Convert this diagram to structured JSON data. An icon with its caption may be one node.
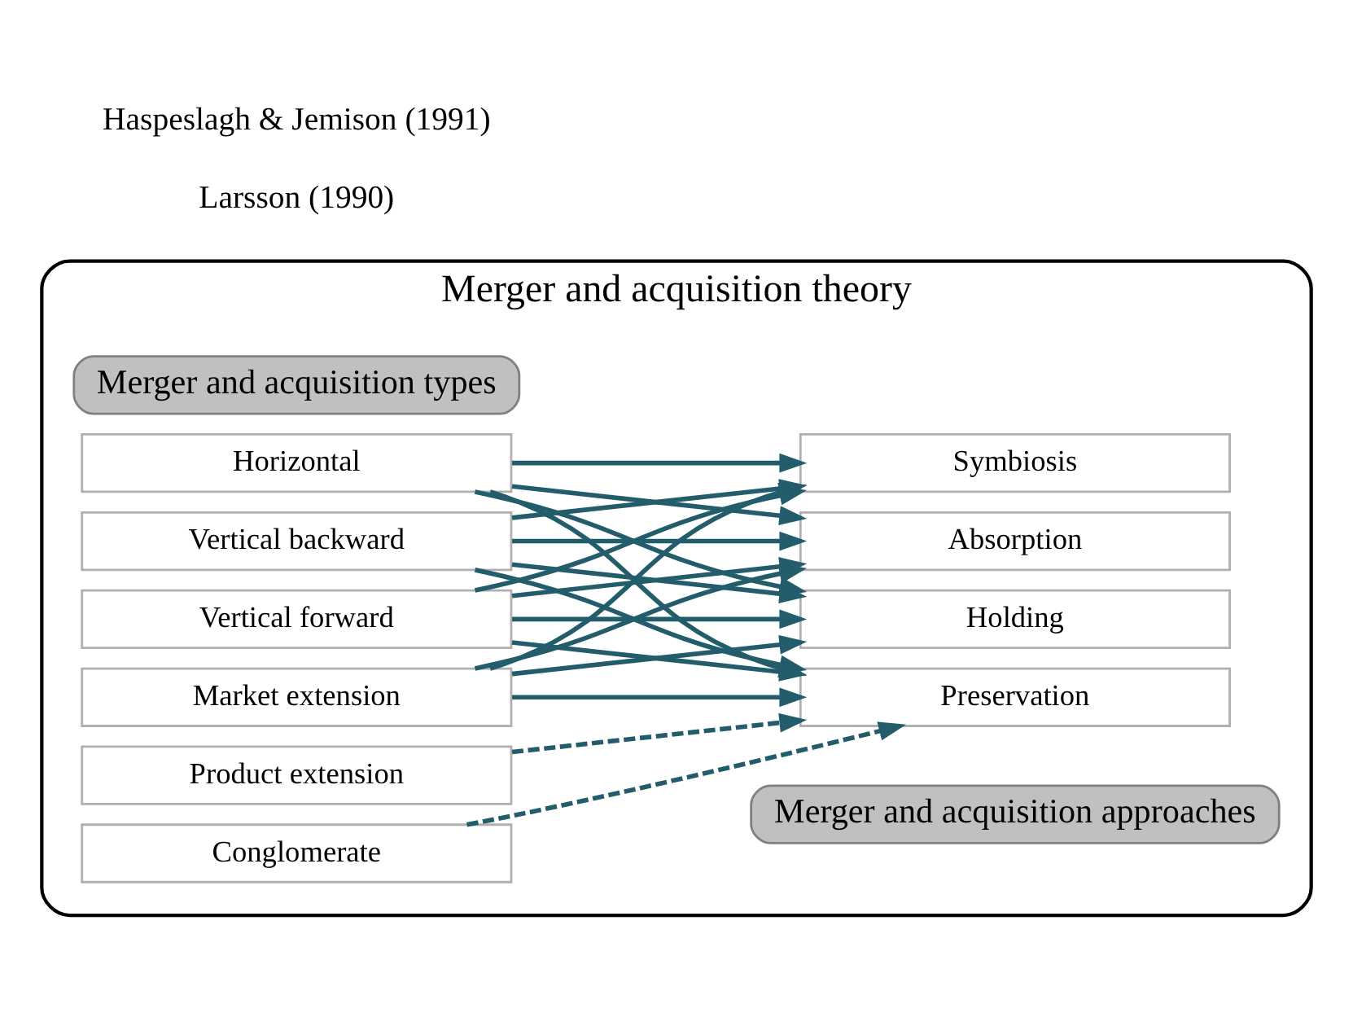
{
  "diagram": {
    "nodes": [
      {
        "text": [
          "Merger and acquisition theory"
        ]
      },
      {
        "text": [
          "Merger and acquisition types"
        ],
        "in": 0
      },
      {
        "text": [
          "Horizontal"
        ],
        "in": 0
      },
      {
        "text": [
          "Vertical backward"
        ],
        "in": 0
      },
      {
        "text": [
          "Vertical forward"
        ],
        "in": 0
      },
      {
        "text": [
          "Market extension"
        ],
        "in": 0
      },
      {
        "text": [
          "Product extension"
        ],
        "in": 0
      },
      {
        "text": [
          "Conglomerate"
        ],
        "in": 0
      },
      {
        "text": [
          "Merger and acquisition approaches"
        ],
        "in": 0
      },
      {
        "text": [
          "Absorption"
        ],
        "in": 0
      },
      {
        "text": [
          "Symbiosis"
        ],
        "in": 0
      },
      {
        "text": [
          "Preservation"
        ],
        "in": 0
      },
      {
        "text": [
          "Holding"
        ],
        "in": 0
      }
    ],
    "edges": [
      {
        "from": 2,
        "to": 9,
        "arrow": "to"
      },
      {
        "from": 2,
        "to": 10,
        "arrow": "to"
      },
      {
        "from": 2,
        "to": 11,
        "arrow": "to"
      },
      {
        "from": 2,
        "to": 12,
        "arrow": "to"
      },
      {
        "from": 3,
        "to": 9,
        "arrow": "to"
      },
      {
        "from": 3,
        "to": 10,
        "arrow": "to"
      },
      {
        "from": 3,
        "to": 11,
        "arrow": "to"
      },
      {
        "from": 3,
        "to": 12,
        "arrow": "to"
      },
      {
        "from": 4,
        "to": 9,
        "arrow": "to"
      },
      {
        "from": 4,
        "to": 10,
        "arrow": "to"
      },
      {
        "from": 4,
        "to": 11,
        "arrow": "to"
      },
      {
        "from": 4,
        "to": 12,
        "arrow": "to"
      },
      {
        "from": 5,
        "to": 9,
        "arrow": "to"
      },
      {
        "from": 5,
        "to": 10,
        "arrow": "to"
      },
      {
        "from": 5,
        "to": 11,
        "arrow": "to"
      },
      {
        "from": 5,
        "to": 12,
        "arrow": "to"
      },
      {
        "from": 6,
        "to": 11,
        "arrow": "to",
        "style": "dashed"
      },
      {
        "from": 7,
        "to": 11,
        "arrow": "to",
        "style": "dashed"
      }
    ],
    "labels": [
      "Larsson (1990)",
      "Haspeslagh & Jemison (1991)"
    ]
  }
}
